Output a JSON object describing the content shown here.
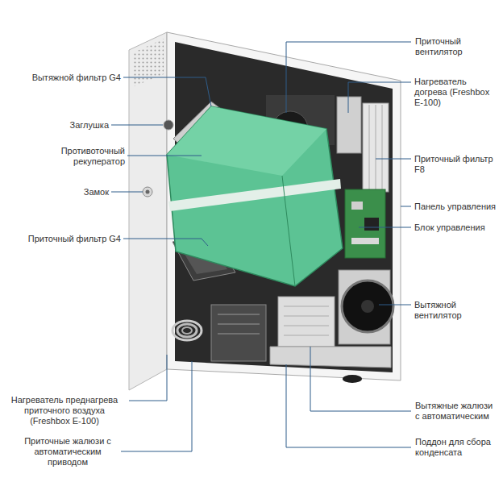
{
  "diagram": {
    "labels": [
      "Вытяжной фильтр G4",
      "Заглушка",
      "Противоточный рекуператор",
      "Замок",
      "Приточный фильтр G4",
      "Нагреватель преднагрева приточного воздуха (Freshbox E-100)",
      "Приточные жалюзи с автоматическим приводом",
      "Приточный вентилятор",
      "Нагреватель догрева (Freshbox E-100)",
      "Приточный фильтр F8",
      "Панель управления",
      "Блок управления",
      "Вытяжной вентилятор",
      "Вытяжные жалюзи с автоматическим",
      "Поддон для сбора конденсата"
    ]
  }
}
